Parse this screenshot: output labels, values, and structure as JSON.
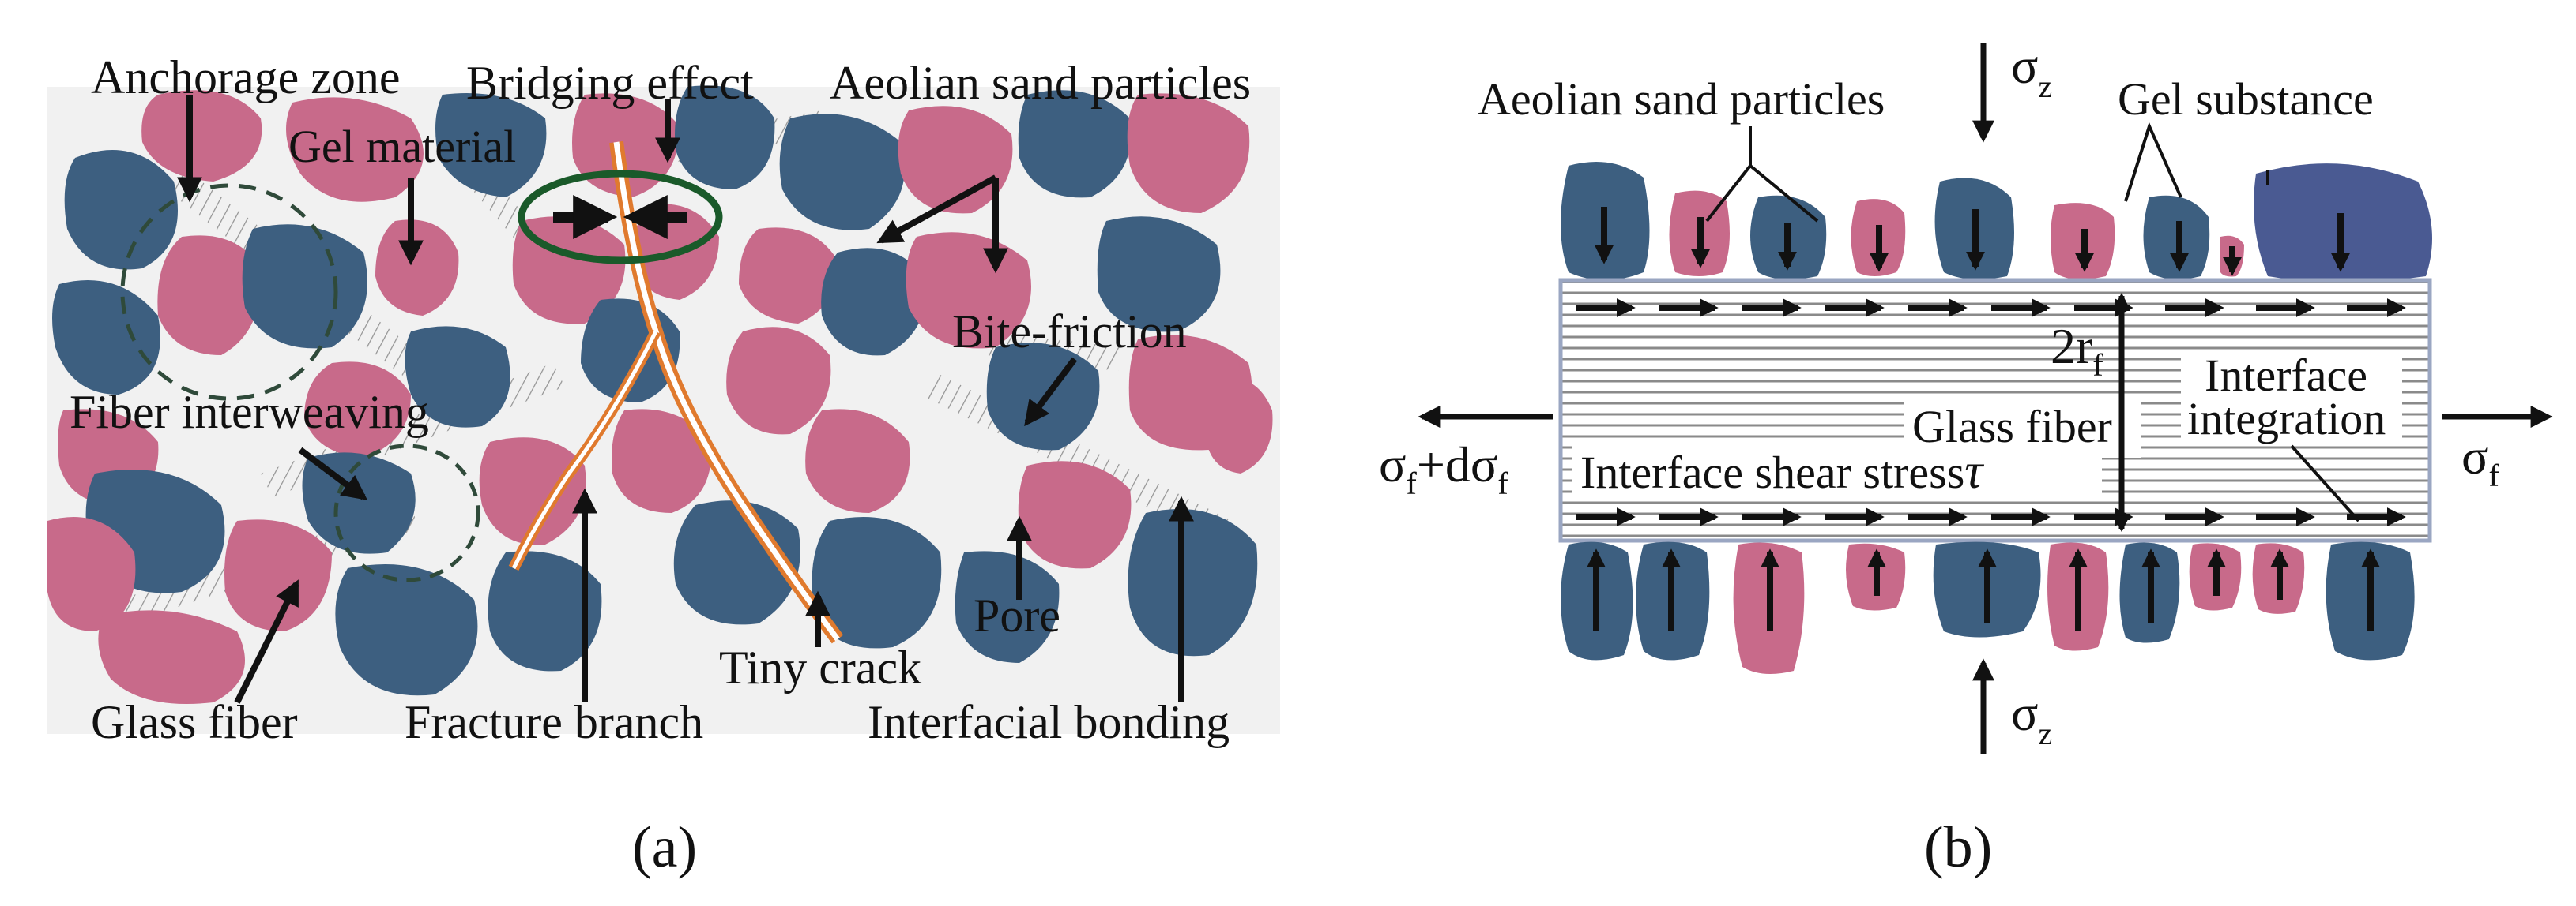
{
  "colors": {
    "blue_particle": "#3d5f80",
    "pink_particle": "#c86a8a",
    "fiber_stroke": "#7a7a7a",
    "crack_orange": "#e07a2e",
    "green_ellipse": "#1a5a2a",
    "dashed_circle": "#2f4a3a",
    "arrow": "#111111"
  },
  "panel_a": {
    "caption": "(a)",
    "labels": {
      "anchorage_zone": "Anchorage zone",
      "bridging_effect": "Bridging effect",
      "aeolian_sand": "Aeolian sand particles",
      "gel_material": "Gel material",
      "bite_friction": "Bite-friction",
      "fiber_interweaving": "Fiber interweaving",
      "pore": "Pore",
      "tiny_crack": "Tiny crack",
      "glass_fiber": "Glass fiber",
      "fracture_branch": "Fracture branch",
      "interfacial_bonding": "Interfacial bonding"
    }
  },
  "panel_b": {
    "caption": "(b)",
    "labels": {
      "aeolian_sand": "Aeolian sand particles",
      "gel_substance": "Gel substance",
      "sigma_z_top": "σ",
      "sigma_z_top_sub": "z",
      "sigma_z_bottom": "σ",
      "sigma_z_bottom_sub": "z",
      "radius_main": "2r",
      "radius_sub": "f",
      "glass_fiber": "Glass fiber",
      "interface_integration_1": "Interface",
      "interface_integration_2": "integration",
      "shear_stress": "Interface shear stress",
      "tau": "τ",
      "sigma_left_1": "σ",
      "sigma_left_sub1": "f",
      "sigma_left_2": "+dσ",
      "sigma_left_sub2": "f",
      "sigma_right": "σ",
      "sigma_right_sub": "f"
    }
  }
}
